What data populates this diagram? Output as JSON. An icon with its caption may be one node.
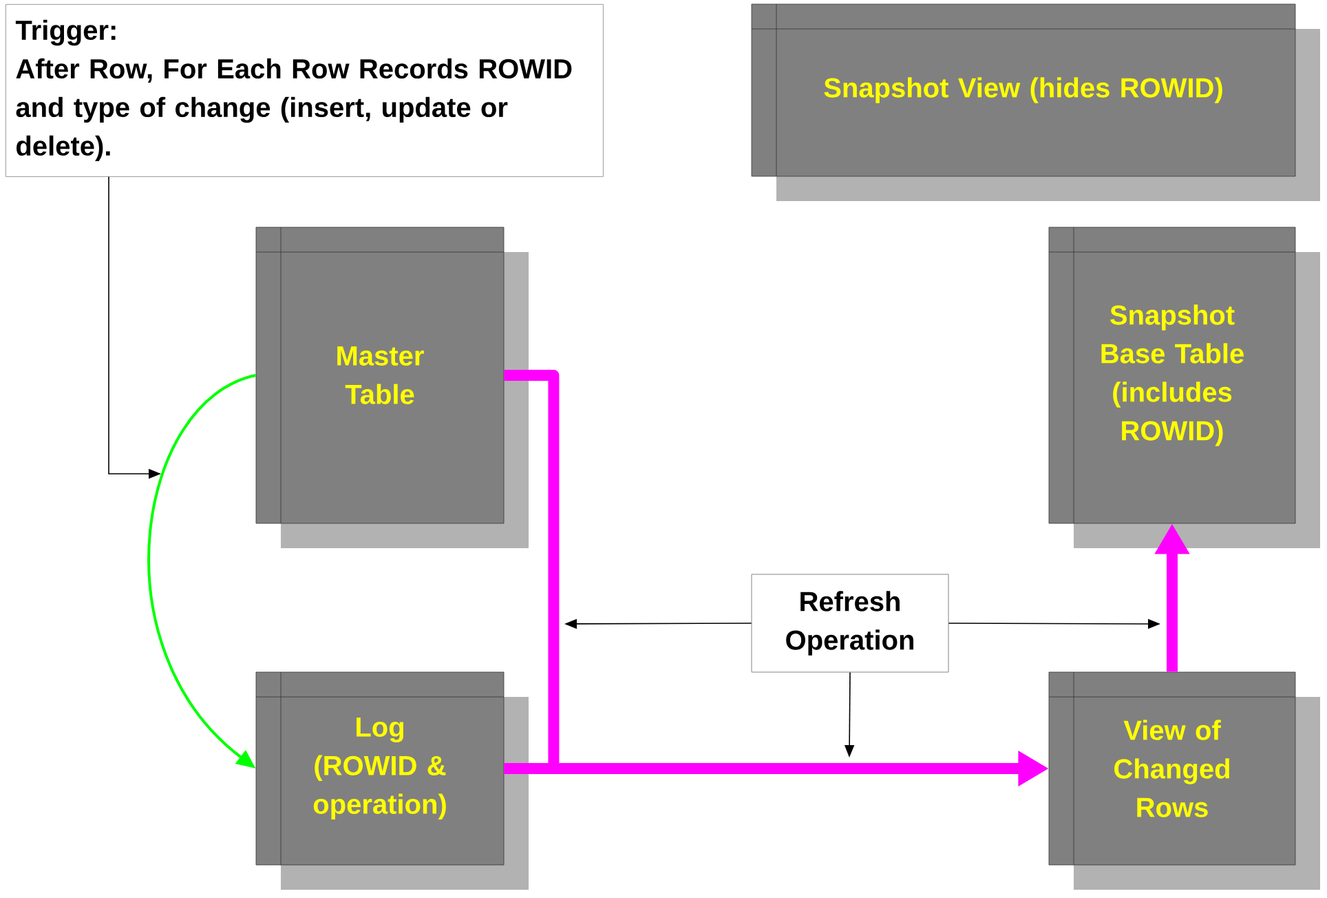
{
  "diagram": {
    "nodes": [
      {
        "text": [
          "Trigger:",
          "After Row, For Each Row Records ROWID and type of change (insert, update or delete)."
        ]
      },
      {
        "text": [
          "Snapshot View (hides ROWID)"
        ]
      },
      {
        "text": [
          "Master Table"
        ]
      },
      {
        "text": [
          "Snapshot Base Table (includes ROWID)"
        ]
      },
      {
        "text": [
          "Refresh Operation"
        ]
      },
      {
        "text": [
          "Log (ROWID & operation)"
        ]
      },
      {
        "text": [
          "View of Changed Rows"
        ]
      }
    ],
    "edges": [
      {
        "from": 2,
        "to": 5,
        "arrow": "to",
        "color": "#00ff00"
      },
      {
        "from": 0,
        "to": null,
        "arrow": "to"
      },
      {
        "from": 2,
        "to": 6,
        "arrow": "to",
        "style": "thick",
        "color": "#ff00ff"
      },
      {
        "from": 5,
        "to": 6,
        "arrow": "to",
        "style": "thick",
        "color": "#ff00ff"
      },
      {
        "from": 6,
        "to": 3,
        "arrow": "to",
        "style": "thick",
        "color": "#ff00ff"
      },
      {
        "from": 4,
        "to": null,
        "arrow": "to"
      },
      {
        "from": 4,
        "to": null,
        "arrow": "to"
      },
      {
        "from": 4,
        "to": null,
        "arrow": "to"
      }
    ]
  }
}
